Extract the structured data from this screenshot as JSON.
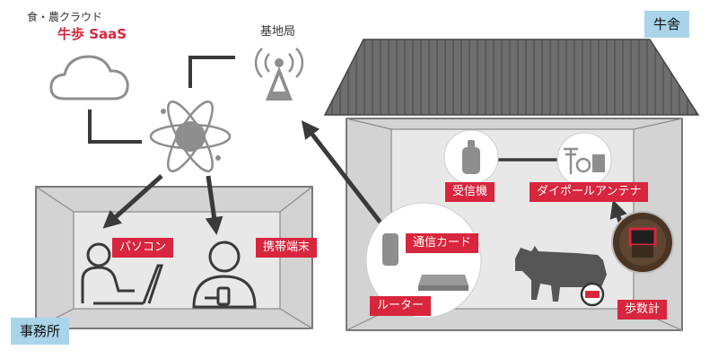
{
  "brand": {
    "service_line": "食・農クラウド",
    "service_name": "牛歩 SaaS",
    "accent_color": "#d7263d"
  },
  "nodes": {
    "cloud": {
      "icon": "cloud-icon"
    },
    "hub": {
      "icon": "atom-network-icon"
    },
    "base_station": {
      "label": "基地局",
      "icon": "radio-tower-icon"
    },
    "pc": {
      "label": "パソコン",
      "icon": "person-at-laptop-icon"
    },
    "mobile": {
      "label": "携帯端末",
      "icon": "person-with-phone-icon"
    },
    "receiver": {
      "label": "受信機",
      "icon": "receiver-device-icon"
    },
    "antenna": {
      "label": "ダイポールアンテナ",
      "icon": "dipole-antenna-icon"
    },
    "comm_card": {
      "label": "通信カード",
      "icon": "comm-card-icon"
    },
    "router": {
      "label": "ルーター",
      "icon": "router-icon"
    },
    "pedometer": {
      "label": "歩数計",
      "icon": "pedometer-icon"
    },
    "cow": {
      "icon": "cow-icon"
    }
  },
  "zones": {
    "barn": "牛舎",
    "office": "事務所"
  },
  "colors": {
    "label_bg": "#d7263d",
    "zone_tag_bg": "#a9d4ea",
    "barn_roof": "#6e6e6e",
    "wall": "#d3d3d3",
    "icon_gray": "#8e8e8e",
    "arrow": "#3a3a3a"
  }
}
